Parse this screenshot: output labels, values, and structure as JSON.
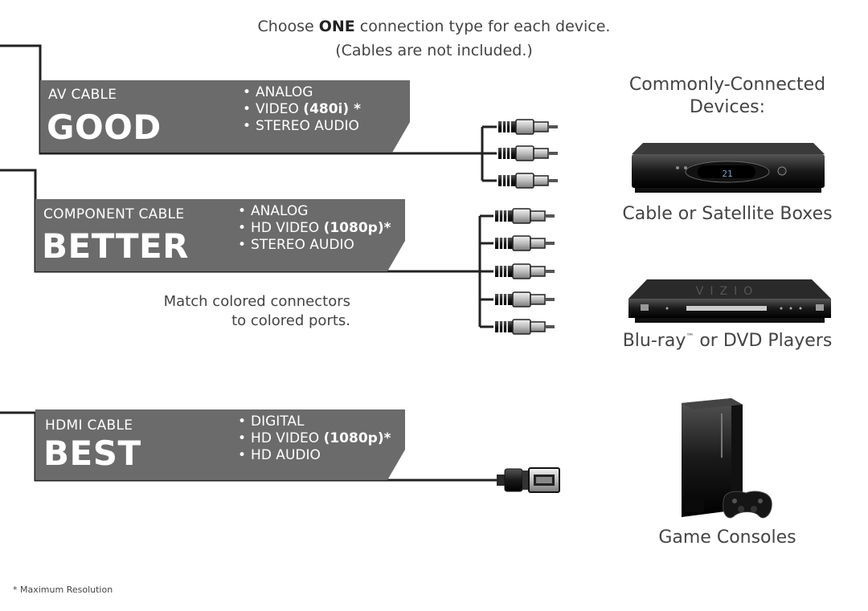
{
  "intro": {
    "line1_pre": "Choose ",
    "line1_bold": "ONE",
    "line1_post": " connection type for each device.",
    "line2": "(Cables are not included.)"
  },
  "cables": [
    {
      "name": "AV CABLE",
      "grade": "GOOD",
      "features": [
        {
          "text": "ANALOG",
          "bold": ""
        },
        {
          "text": "VIDEO ",
          "bold": "(480i) *"
        },
        {
          "text": "STEREO AUDIO",
          "bold": ""
        }
      ]
    },
    {
      "name": "COMPONENT CABLE",
      "grade": "BETTER",
      "features": [
        {
          "text": "ANALOG",
          "bold": ""
        },
        {
          "text": "HD VIDEO ",
          "bold": "(1080p)*"
        },
        {
          "text": "STEREO AUDIO",
          "bold": ""
        }
      ]
    },
    {
      "name": "HDMI CABLE",
      "grade": "BEST",
      "features": [
        {
          "text": "DIGITAL",
          "bold": ""
        },
        {
          "text": "HD VIDEO ",
          "bold": "(1080p)*"
        },
        {
          "text": "HD AUDIO",
          "bold": ""
        }
      ]
    }
  ],
  "match_note": {
    "line1": "Match colored connectors",
    "line2": "to colored ports."
  },
  "devices_heading": {
    "line1": "Commonly-Connected",
    "line2": "Devices:"
  },
  "devices": [
    {
      "label": "Cable or Satellite Boxes",
      "icon": "cable-box-icon",
      "display": "21"
    },
    {
      "label_pre": "Blu-ray",
      "label_tm": "™",
      "label_post": " or DVD Players",
      "icon": "bluray-player-icon",
      "brand": "VIZIO"
    },
    {
      "label": "Game Consoles",
      "icon": "game-console-icon"
    }
  ],
  "footnote": "* Maximum Resolution",
  "colors": {
    "panel": "#6b6b6b",
    "line": "#222222",
    "text": "#444444"
  }
}
